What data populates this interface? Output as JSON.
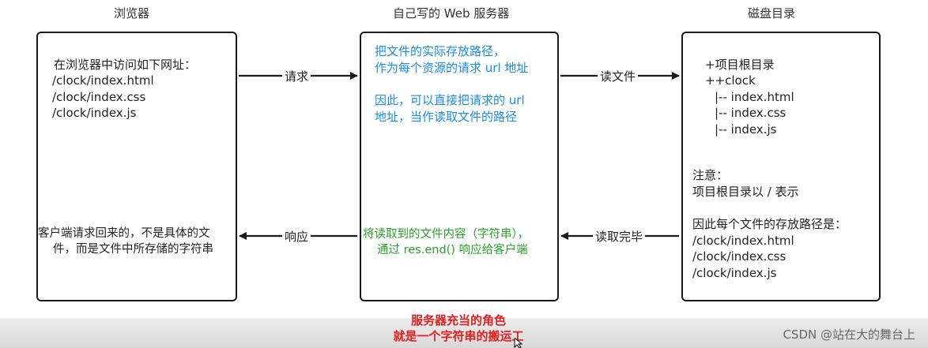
{
  "titles": {
    "browser": "浏览器",
    "server": "自己写的 Web 服务器",
    "disk": "磁盘目录"
  },
  "browser_box": {
    "request_lines": [
      "在浏览器中访问如下网址：",
      "/clock/index.html",
      "/clock/index.css",
      "/clock/index.js"
    ],
    "response_lines": [
      "客户端请求回来的，不是具体的文",
      "件，而是文件中所存储的字符串"
    ]
  },
  "server_box": {
    "blue_lines": [
      "把文件的实际存放路径，",
      "作为每个资源的请求 url 地址",
      "",
      "因此，可以直接把请求的 url",
      "地址，当作读取文件的路径"
    ],
    "green_lines": [
      "将读取到的文件内容（字符串），",
      "通过 res.end() 响应给客户端"
    ]
  },
  "disk_box": {
    "tree_lines": [
      "+项目根目录",
      "++clock",
      "|-- index.html",
      "|-- index.css",
      "|-- index.js"
    ],
    "note_lines": [
      "注意：",
      "项目根目录以 / 表示"
    ],
    "path_lines": [
      "因此每个文件的存放路径是：",
      "/clock/index.html",
      "/clock/index.css",
      "/clock/index.js"
    ]
  },
  "edges": {
    "request": "请求",
    "read_file": "读文件",
    "response": "响应",
    "read_done": "读取完毕"
  },
  "caption": [
    "服务器充当的角色",
    "就是一个字符串的搬运工"
  ],
  "watermark": "CSDN @站在大的舞台上"
}
